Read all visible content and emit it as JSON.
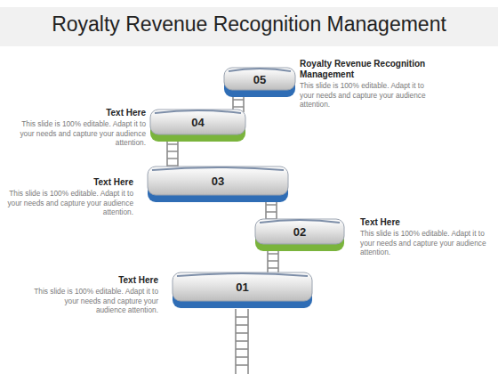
{
  "diagram": {
    "title": "Royalty Revenue Recognition Management",
    "nodes": [
      {
        "text": [
          "01",
          "Text Here",
          "This slide is 100% editable. Adapt it to your needs and capture your audience attention."
        ]
      },
      {
        "text": [
          "02",
          "Text Here",
          "This slide is 100% editable. Adapt it to your needs and capture your audience attention."
        ]
      },
      {
        "text": [
          "03",
          "Text Here",
          "This slide is 100% editable. Adapt it to your needs and capture your audience attention."
        ]
      },
      {
        "text": [
          "04",
          "Text Here",
          "This slide is 100% editable. Adapt it to your needs and capture your audience attention."
        ]
      },
      {
        "text": [
          "05",
          "Royalty Revenue Recognition Management",
          "This slide is 100% editable. Adapt it to your needs and capture your audience attention."
        ]
      }
    ],
    "edges": [
      {
        "from": 0,
        "to": 1,
        "arrow": "none"
      },
      {
        "from": 1,
        "to": 2,
        "arrow": "none"
      },
      {
        "from": 2,
        "to": 3,
        "arrow": "none"
      },
      {
        "from": 3,
        "to": 4,
        "arrow": "none"
      }
    ]
  }
}
